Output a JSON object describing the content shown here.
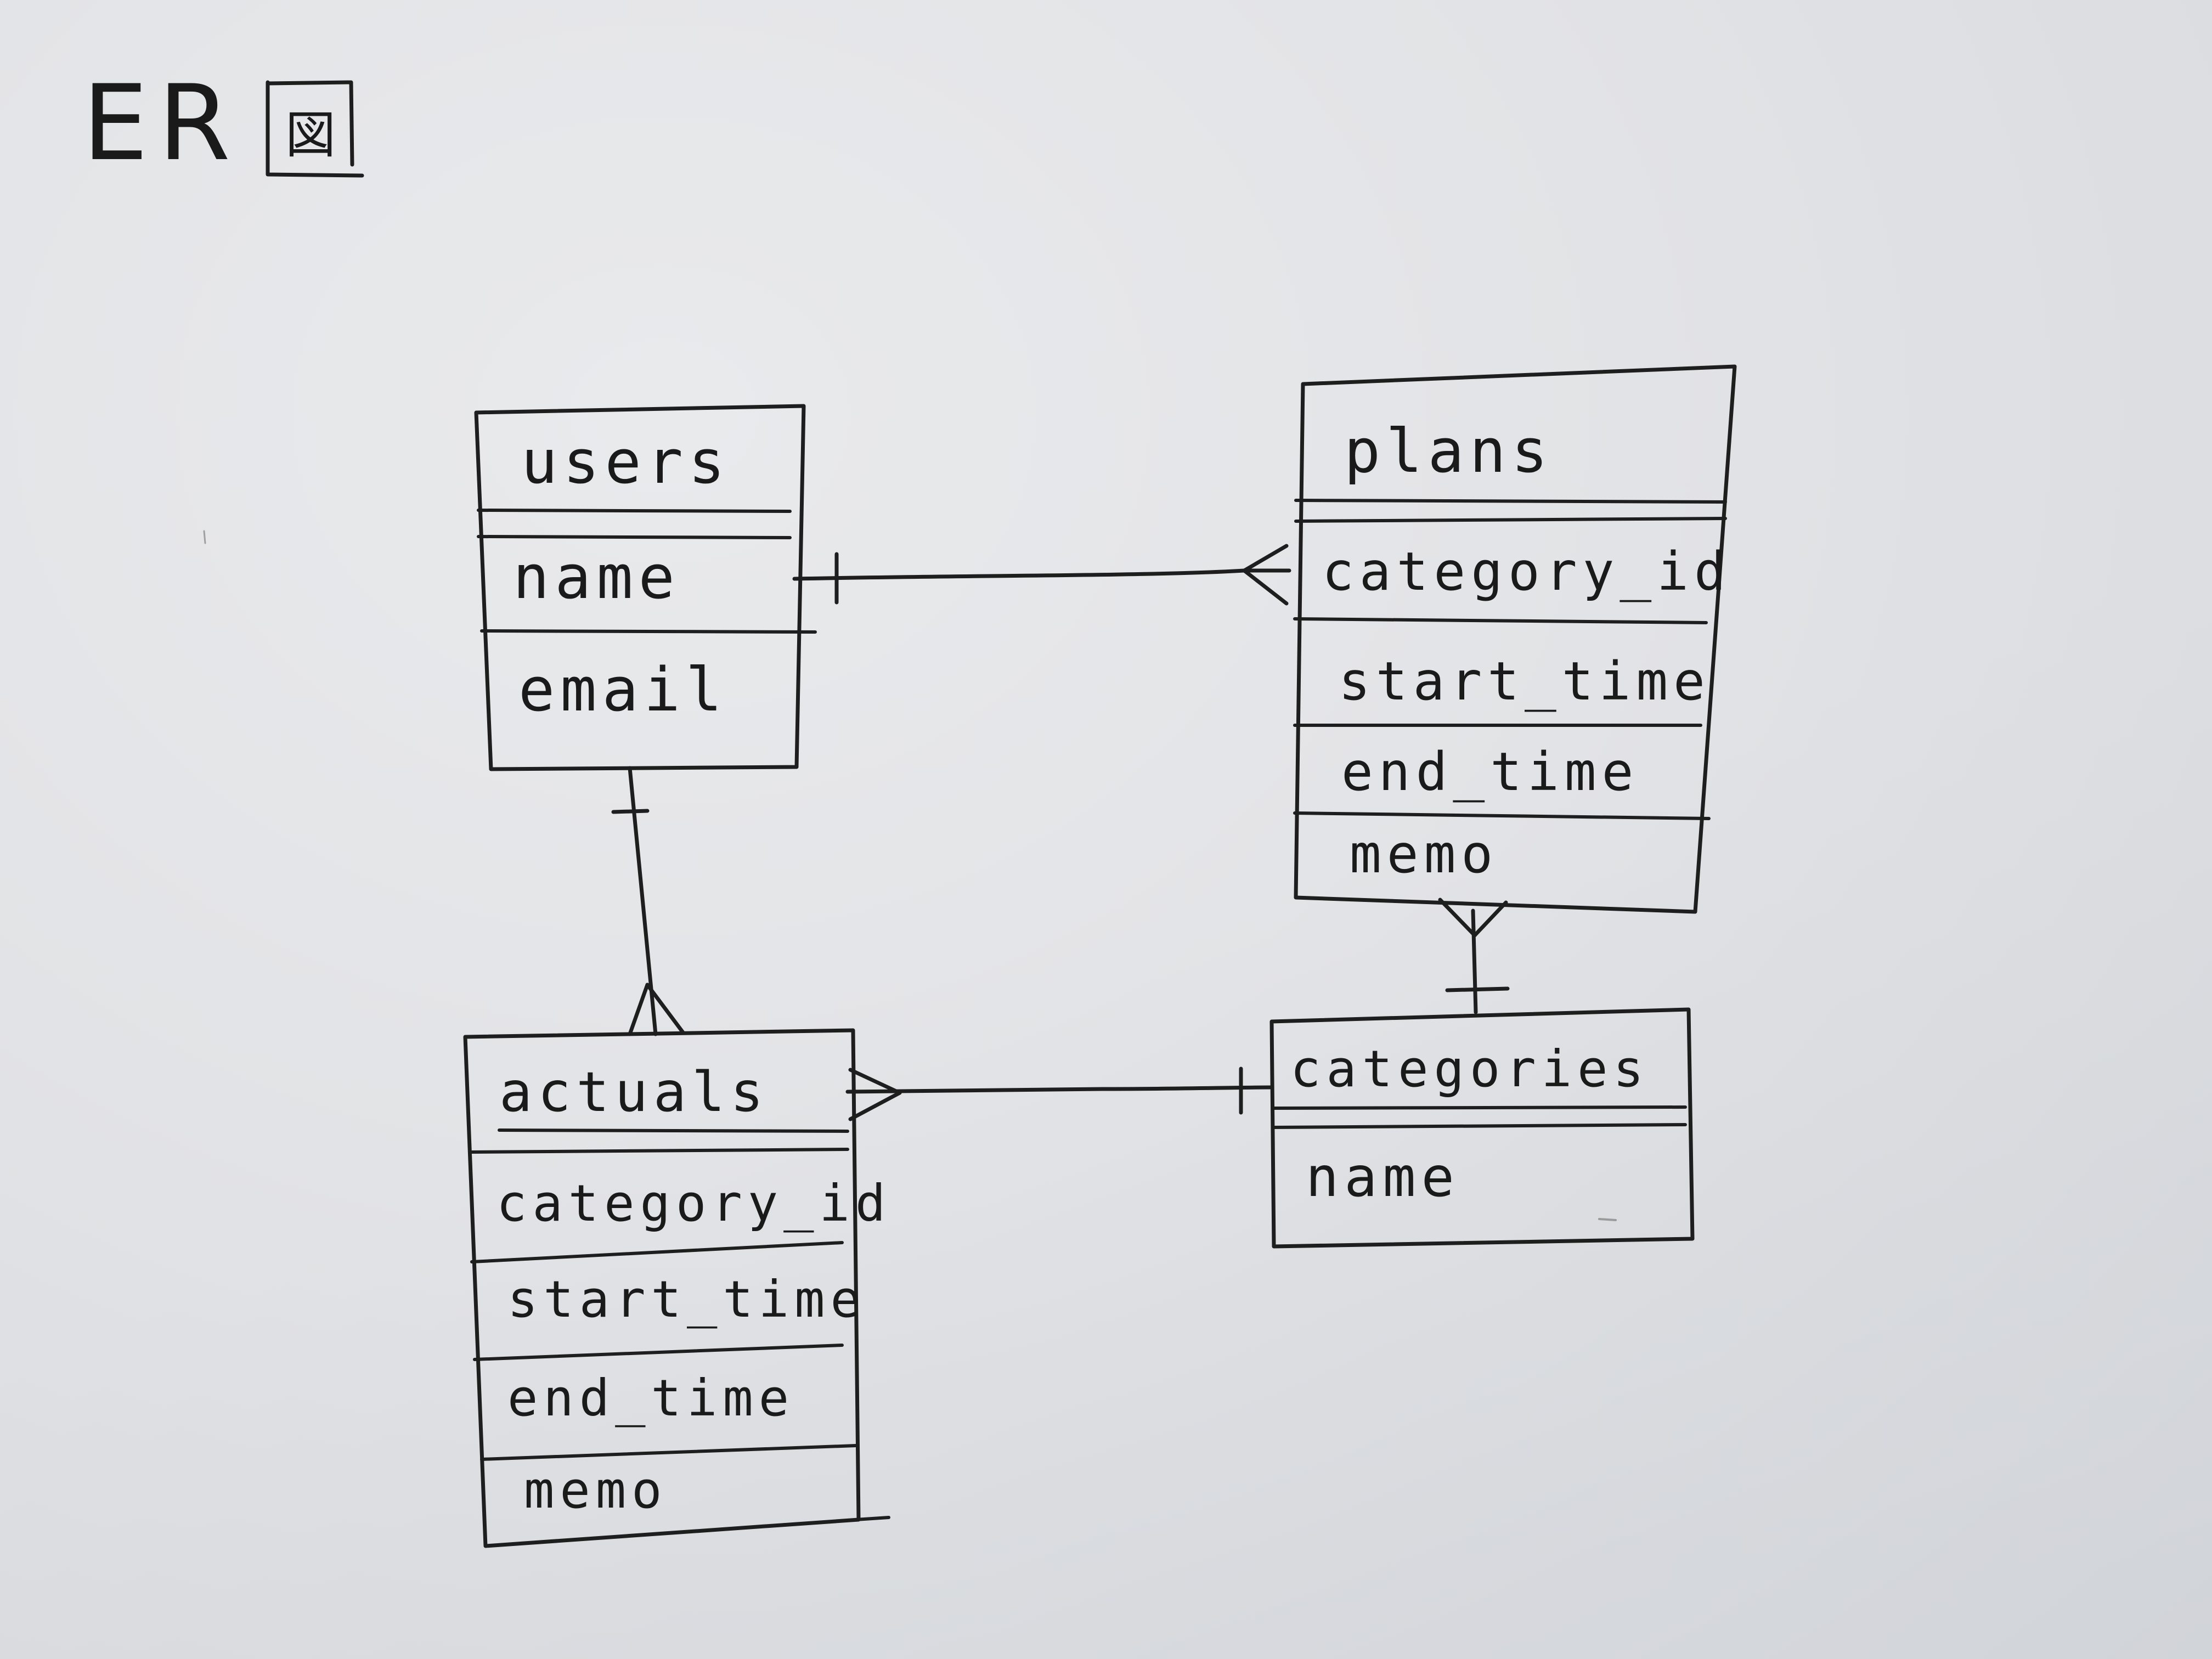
{
  "title": {
    "text": "ER",
    "mark": "図"
  },
  "entities": {
    "users": {
      "name": "users",
      "attributes": [
        "name",
        "email"
      ]
    },
    "plans": {
      "name": "plans",
      "attributes": [
        "category_id",
        "start_time",
        "end_time",
        "memo"
      ]
    },
    "actuals": {
      "name": "actuals",
      "attributes": [
        "category_id",
        "start_time",
        "end_time",
        "memo"
      ]
    },
    "categories": {
      "name": "categories",
      "attributes": [
        "name"
      ]
    }
  },
  "relationships": [
    {
      "from": "users",
      "from_cardinality": "one",
      "to": "plans",
      "to_cardinality": "many"
    },
    {
      "from": "users",
      "from_cardinality": "one",
      "to": "actuals",
      "to_cardinality": "many"
    },
    {
      "from": "categories",
      "from_cardinality": "one",
      "to": "plans",
      "to_cardinality": "many"
    },
    {
      "from": "categories",
      "from_cardinality": "one",
      "to": "actuals",
      "to_cardinality": "many"
    }
  ],
  "colors": {
    "ink": "#1e1e1e",
    "paper": "#e4e5e8"
  }
}
